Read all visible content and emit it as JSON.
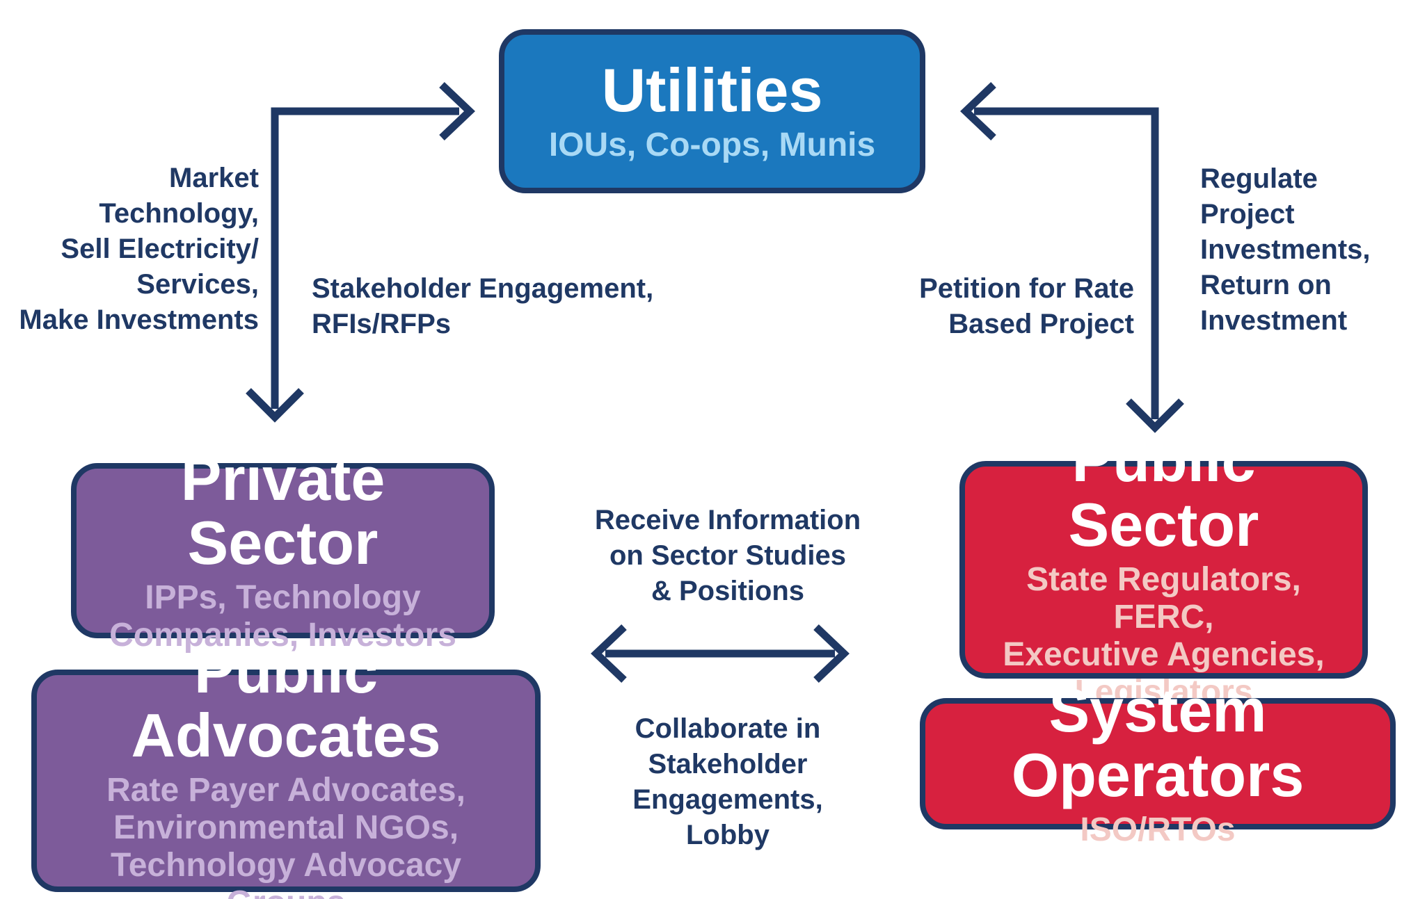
{
  "diagram": {
    "nodes": {
      "utilities": {
        "title": "Utilities",
        "subtitle": "IOUs, Co-ops, Munis"
      },
      "private_sector": {
        "title": "Private Sector",
        "subtitle": "IPPs, Technology\nCompanies, Investors"
      },
      "public_advocates": {
        "title": "Public Advocates",
        "subtitle": "Rate Payer Advocates,\nEnvironmental NGOs,\nTechnology Advocacy Groups"
      },
      "public_sector": {
        "title": "Public Sector",
        "subtitle": "State Regulators, FERC,\nExecutive Agencies,\nLegislators"
      },
      "system_operators": {
        "title": "System Operators",
        "subtitle": "ISO/RTOs"
      }
    },
    "edges": {
      "market_technology": "Market\nTechnology,\nSell Electricity/\nServices,\nMake Investments",
      "stakeholder_engagement": "Stakeholder Engagement,\nRFIs/RFPs",
      "petition": "Petition for Rate\nBased Project",
      "regulate": "Regulate\nProject\nInvestments,\nReturn on\nInvestment",
      "receive_information": "Receive Information\non Sector Studies\n& Positions",
      "collaborate": "Collaborate in\nStakeholder\nEngagements,\nLobby"
    },
    "colors": {
      "arrow_navy": "#1f3864",
      "utilities_blue": "#1b78be",
      "sector_purple": "#7d5b9a",
      "sector_red": "#d7213f",
      "subtitle_light_blue": "#a9d9f5",
      "subtitle_lavender": "#c7b1d9",
      "subtitle_pink": "#f3c9c4",
      "title_white": "#ffffff"
    }
  }
}
